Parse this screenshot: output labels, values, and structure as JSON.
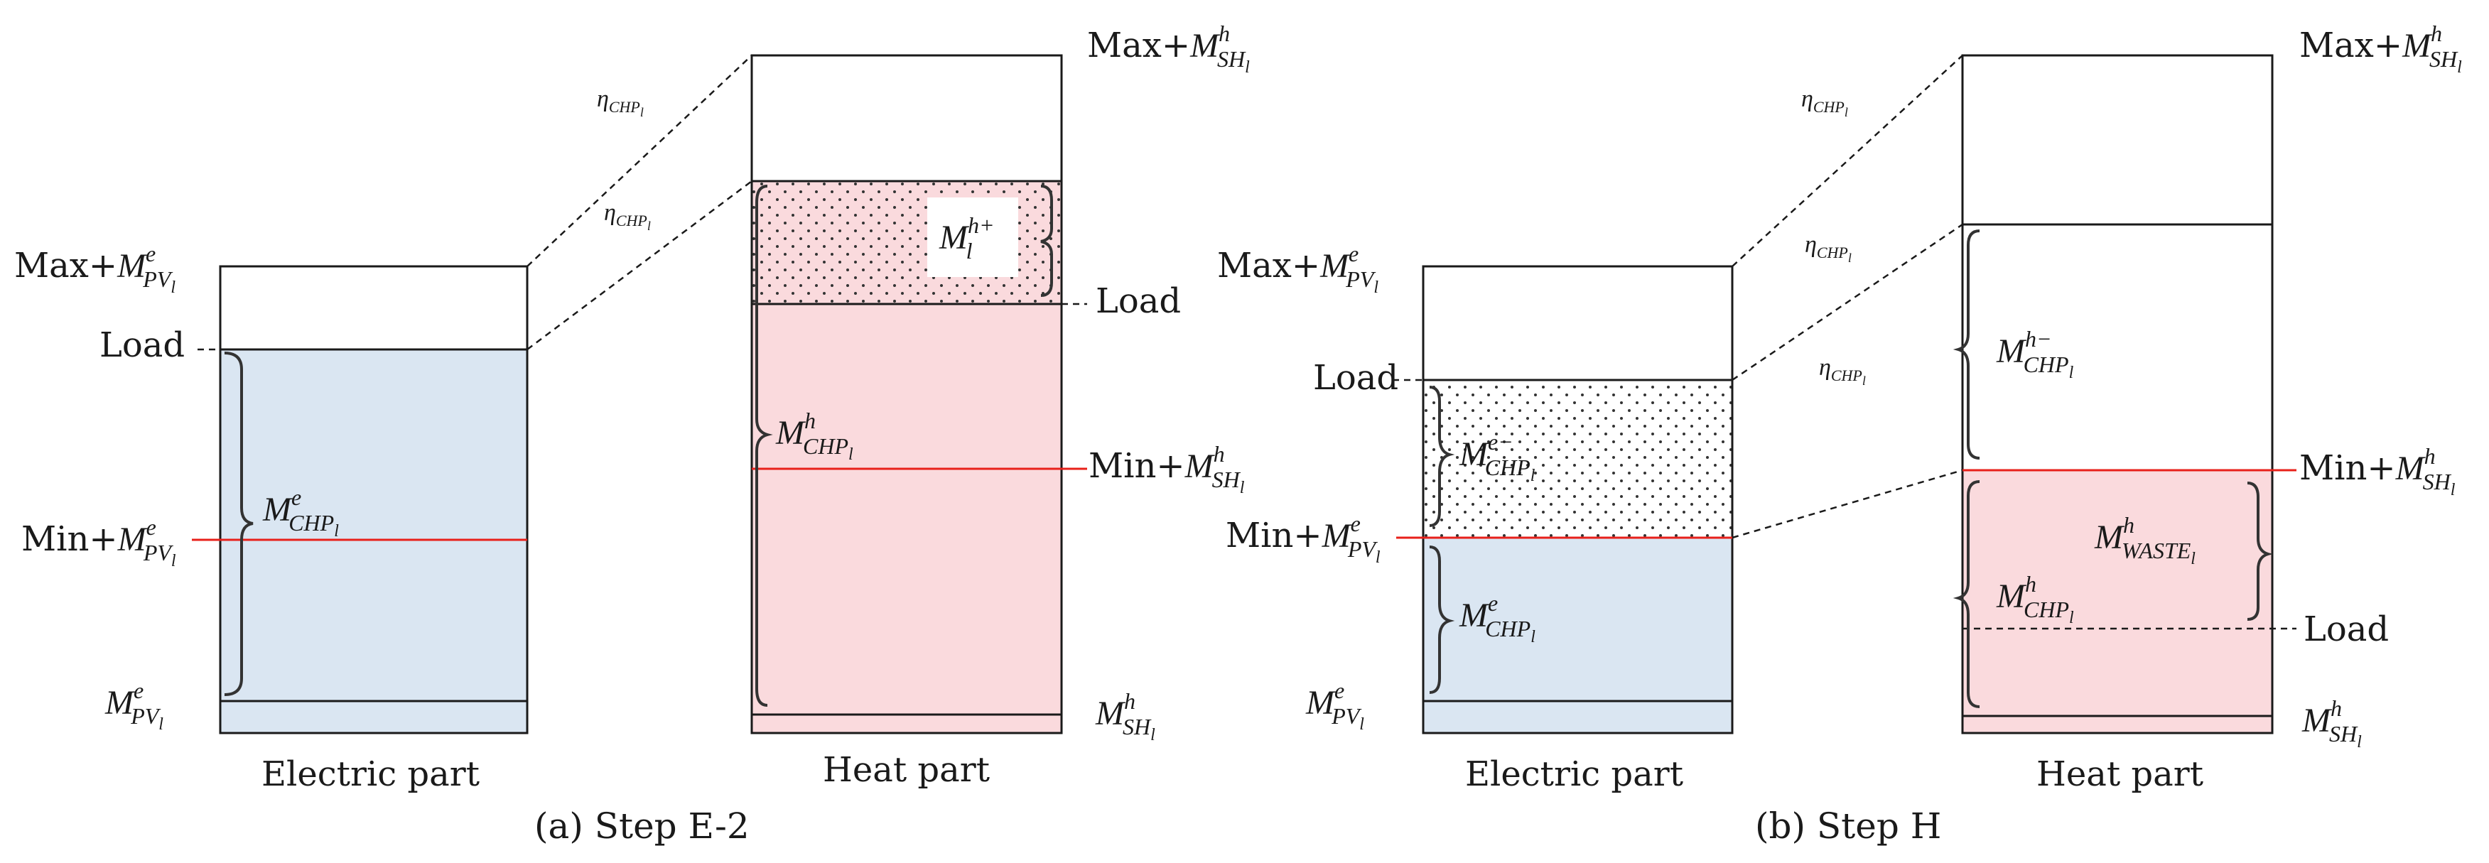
{
  "panels": [
    {
      "caption": "(a) Step E-2",
      "electric": {
        "part_label": "Electric part",
        "max_label": "Max+",
        "min_label": "Min+",
        "load_label": "Load",
        "symbol": "M",
        "pv_sup": "e",
        "pv_sub": "PV",
        "pv_sub2": "l",
        "chp_sup": "e",
        "chp_sub": "CHP",
        "chp_sub2": "l"
      },
      "heat": {
        "part_label": "Heat part",
        "max_label": "Max+",
        "min_label": "Min+",
        "load_label": "Load",
        "sh_sup": "h",
        "sh_sub": "SH",
        "sh_sub2": "l",
        "chp_sup": "h",
        "chp_sub": "CHP",
        "chp_sub2": "l",
        "plus_sup": "h+",
        "plus_sub": "l"
      },
      "eta": {
        "symbol": "η",
        "sub": "CHP",
        "sub2": "l"
      }
    },
    {
      "caption": "(b) Step H",
      "electric": {
        "part_label": "Electric part",
        "max_label": "Max+",
        "min_label": "Min+",
        "load_label": "Load",
        "pv_sup": "e",
        "pv_sub": "PV",
        "pv_sub2": "l",
        "chp_minus_sup": "e−",
        "chp_sup": "e",
        "chp_sub": "CHP",
        "chp_sub2": "l"
      },
      "heat": {
        "part_label": "Heat part",
        "max_label": "Max+",
        "min_label": "Min+",
        "load_label": "Load",
        "sh_sup": "h",
        "sh_sub": "SH",
        "sh_sub2": "l",
        "chp_minus_sup": "h−",
        "chp_sup": "h",
        "chp_sub": "CHP",
        "chp_sub2": "l",
        "waste_sup": "h",
        "waste_sub": "WASTE",
        "waste_sub2": "l"
      },
      "eta": {
        "symbol": "η",
        "sub": "CHP",
        "sub2": "l"
      }
    }
  ],
  "colors": {
    "electric_fill": "#dae6f2",
    "heat_fill": "#fadadd",
    "min_line": "#e8201a",
    "outline": "#1a1a1a"
  }
}
